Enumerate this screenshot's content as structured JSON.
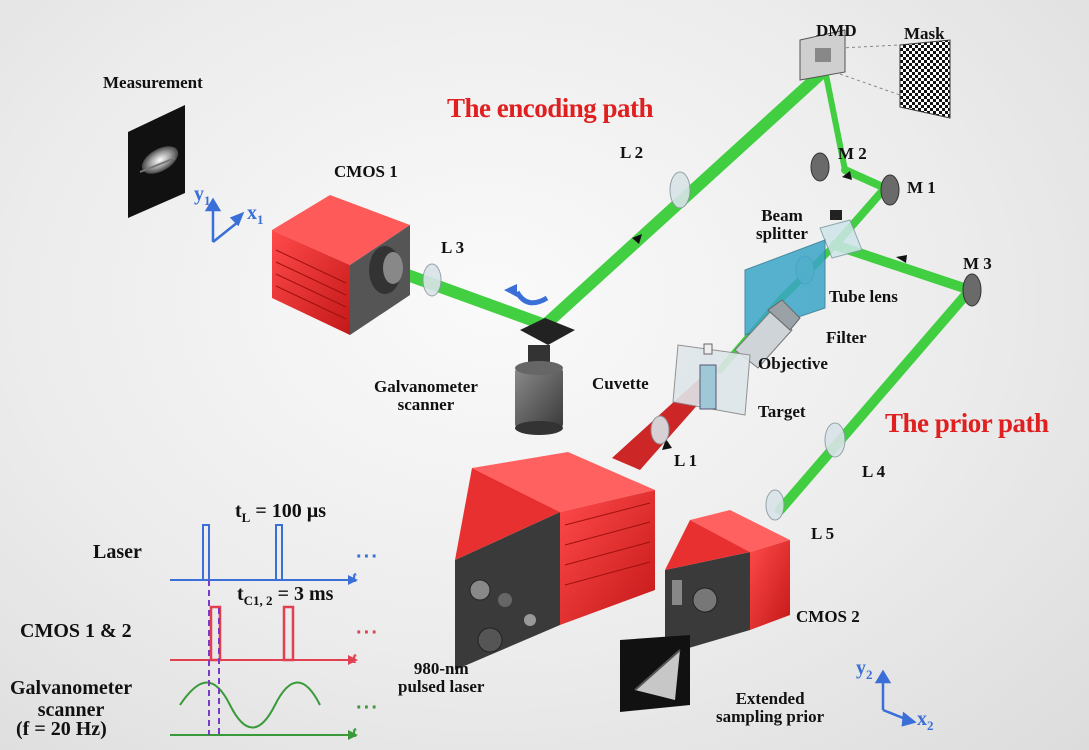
{
  "labels": {
    "dmd": "DMD",
    "mask": "Mask",
    "measurement": "Measurement",
    "cmos1": "CMOS 1",
    "l2": "L 2",
    "m2": "M 2",
    "m1": "M 1",
    "l3": "L 3",
    "beam_splitter_1": "Beam",
    "beam_splitter_2": "splitter",
    "m3": "M 3",
    "tube_lens": "Tube lens",
    "filter": "Filter",
    "galvo_1": "Galvanometer",
    "galvo_2": "scanner",
    "objective": "Objective",
    "cuvette": "Cuvette",
    "target": "Target",
    "l1": "L 1",
    "l4": "L 4",
    "l5": "L 5",
    "cmos2": "CMOS 2",
    "laser_1": "980-nm",
    "laser_2": "pulsed laser",
    "prior_1": "Extended",
    "prior_2": "sampling prior"
  },
  "paths": {
    "encoding": "The encoding path",
    "prior": "The prior path"
  },
  "axes1": {
    "y": "y",
    "y_sub": "1",
    "x": "x",
    "x_sub": "1"
  },
  "axes2": {
    "y": "y",
    "y_sub": "2",
    "x": "x",
    "x_sub": "2"
  },
  "timing": {
    "laser": "Laser",
    "cmos": "CMOS 1 & 2",
    "galvo_1": "Galvanometer",
    "galvo_2": "scanner",
    "freq": "(f = 20 Hz)",
    "tl_main": "t",
    "tl_sub": "L",
    "tl_val": " = 100 µs",
    "tc_main": "t",
    "tc_sub": "C1, 2",
    "tc_val": " = 3 ms",
    "t_axis": "t",
    "ellipsis": "···"
  },
  "colors": {
    "beam_green": "#33cc33",
    "beam_red": "#c81010",
    "device_red": "#e62828",
    "path_label": "#e02020",
    "axis_blue": "#3a6fd8",
    "laser_sig": "#3a6fd8",
    "cmos_sig": "#e04050",
    "galvo_sig": "#3a9a3a",
    "marker": "#7a3ac8"
  }
}
